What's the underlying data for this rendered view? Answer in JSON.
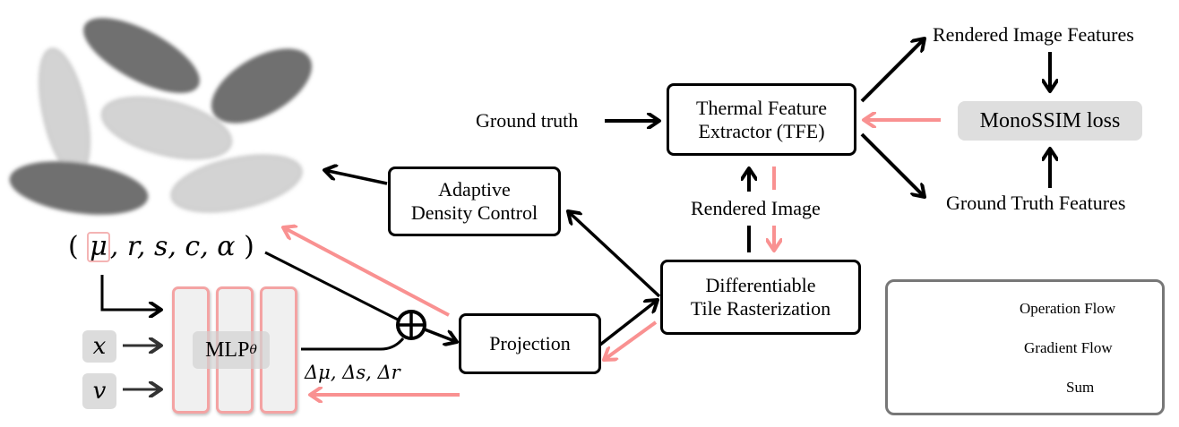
{
  "gaussians": {
    "icon": "gaussian-ellipses-illustration",
    "dark_color": "#6f6f6f",
    "light_color": "#d3d3d3"
  },
  "params": {
    "open": "(",
    "mu": "μ",
    "rest": ", r, s, c, α",
    "close": ")"
  },
  "inputs": {
    "x": "x",
    "v": "v"
  },
  "mlp": {
    "label": "MLP",
    "subscript": "θ"
  },
  "deltas": "Δμ, Δs, Δr",
  "nodes": {
    "projection": "Projection",
    "adaptive_density_control": [
      "Adaptive",
      "Density Control"
    ],
    "rasterization": [
      "Differentiable",
      "Tile Rasterization"
    ],
    "tfe": [
      "Thermal Feature",
      "Extractor (TFE)"
    ]
  },
  "labels": {
    "ground_truth": "Ground truth",
    "rendered_image": "Rendered Image",
    "rendered_image_features": "Rendered Image Features",
    "ground_truth_features": "Ground Truth Features",
    "loss": "MonoSSIM loss"
  },
  "legend": {
    "items": [
      {
        "label": "Operation Flow",
        "icon": "black-arrow-icon",
        "color": "#333333"
      },
      {
        "label": "Gradient Flow",
        "icon": "pink-arrow-icon",
        "color": "#f99191"
      },
      {
        "label": "Sum",
        "icon": "sum-circle-plus-icon",
        "color": "#000000"
      }
    ]
  },
  "colors": {
    "operation": "#000000",
    "gradient": "#f99191",
    "mlp_border": "#f4a3a3"
  }
}
